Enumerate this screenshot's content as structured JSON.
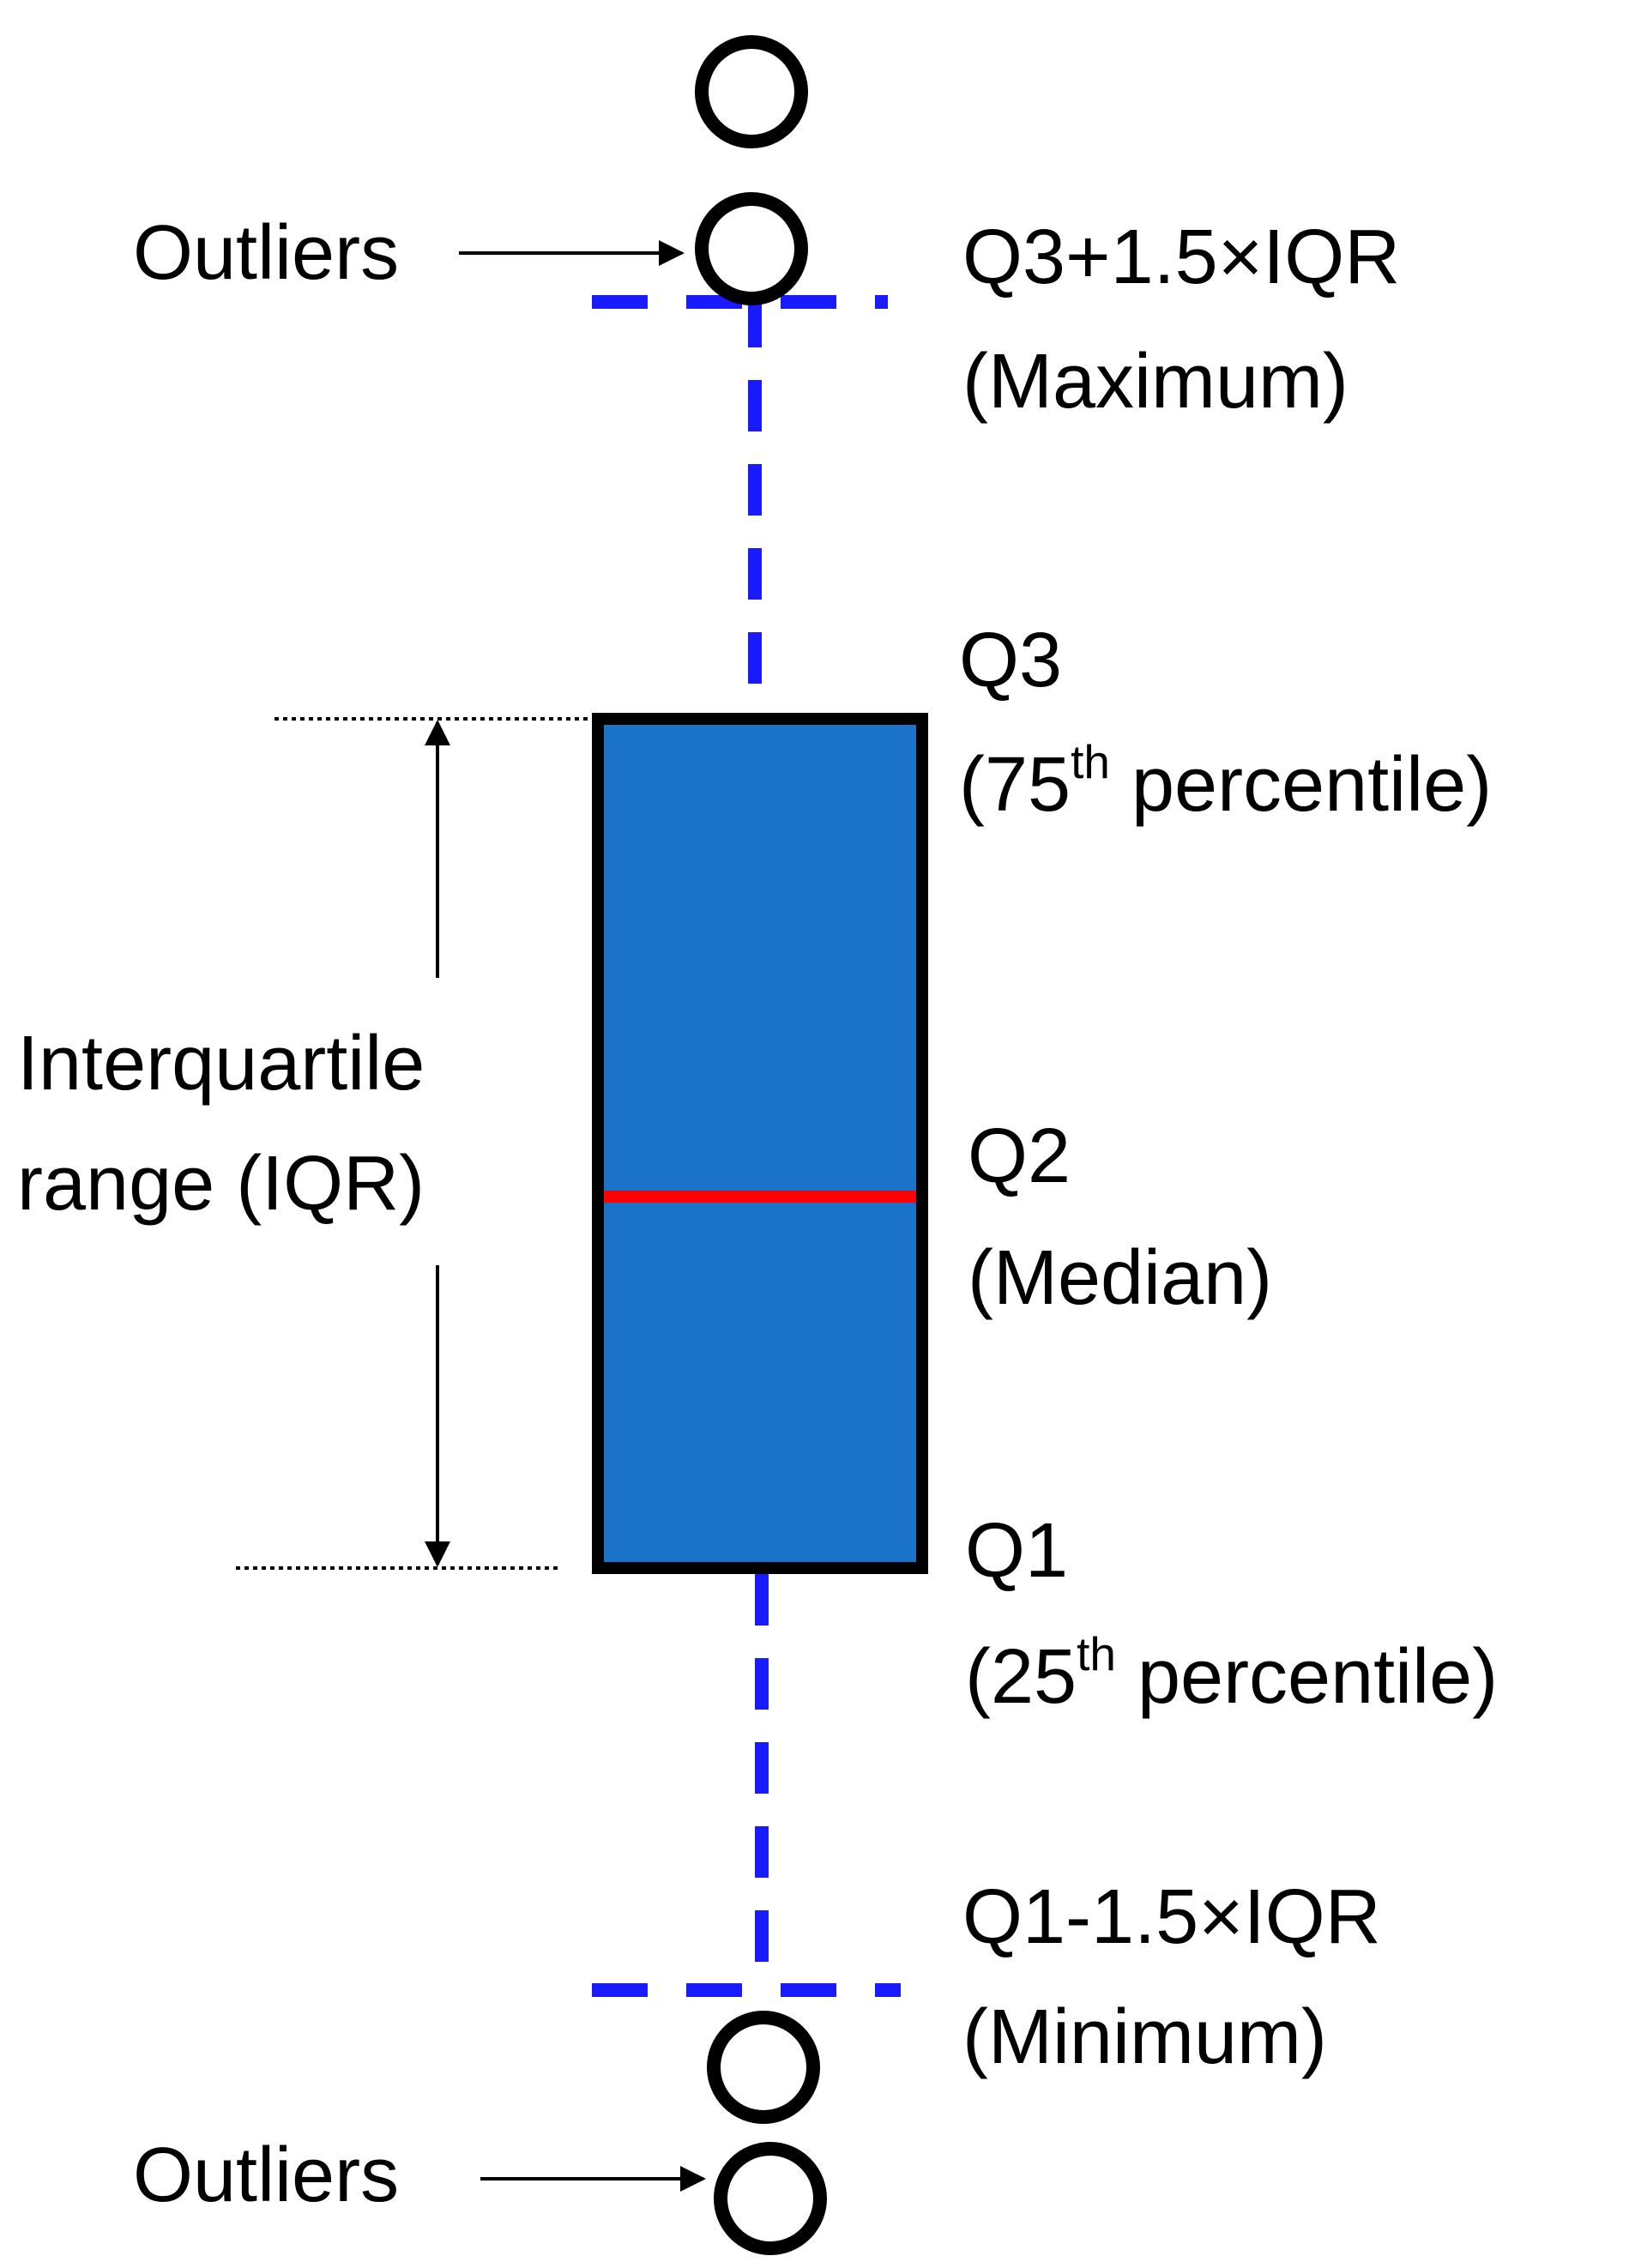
{
  "colors": {
    "box_fill": "#1a73c8",
    "box_border": "#000000",
    "whisker": "#1a1aff",
    "median": "#ff0000",
    "outlier_stroke": "#000000",
    "annotation": "#000000"
  },
  "labels": {
    "outliers_top": "Outliers",
    "outliers_bottom": "Outliers",
    "max_line1": "Q3+1.5×IQR",
    "max_line2": "(Maximum)",
    "q3_line1": "Q3",
    "q3_line2_prefix": "(75",
    "q3_line2_sup": "th",
    "q3_line2_suffix": " percentile)",
    "iqr_line1": "Interquartile",
    "iqr_line2": "range (IQR)",
    "q2_line1": "Q2",
    "q2_line2": "(Median)",
    "q1_line1": "Q1",
    "q1_line2_prefix": "(25",
    "q1_line2_sup": "th",
    "q1_line2_suffix": " percentile)",
    "min_line1": "Q1-1.5×IQR",
    "min_line2": "(Minimum)"
  }
}
